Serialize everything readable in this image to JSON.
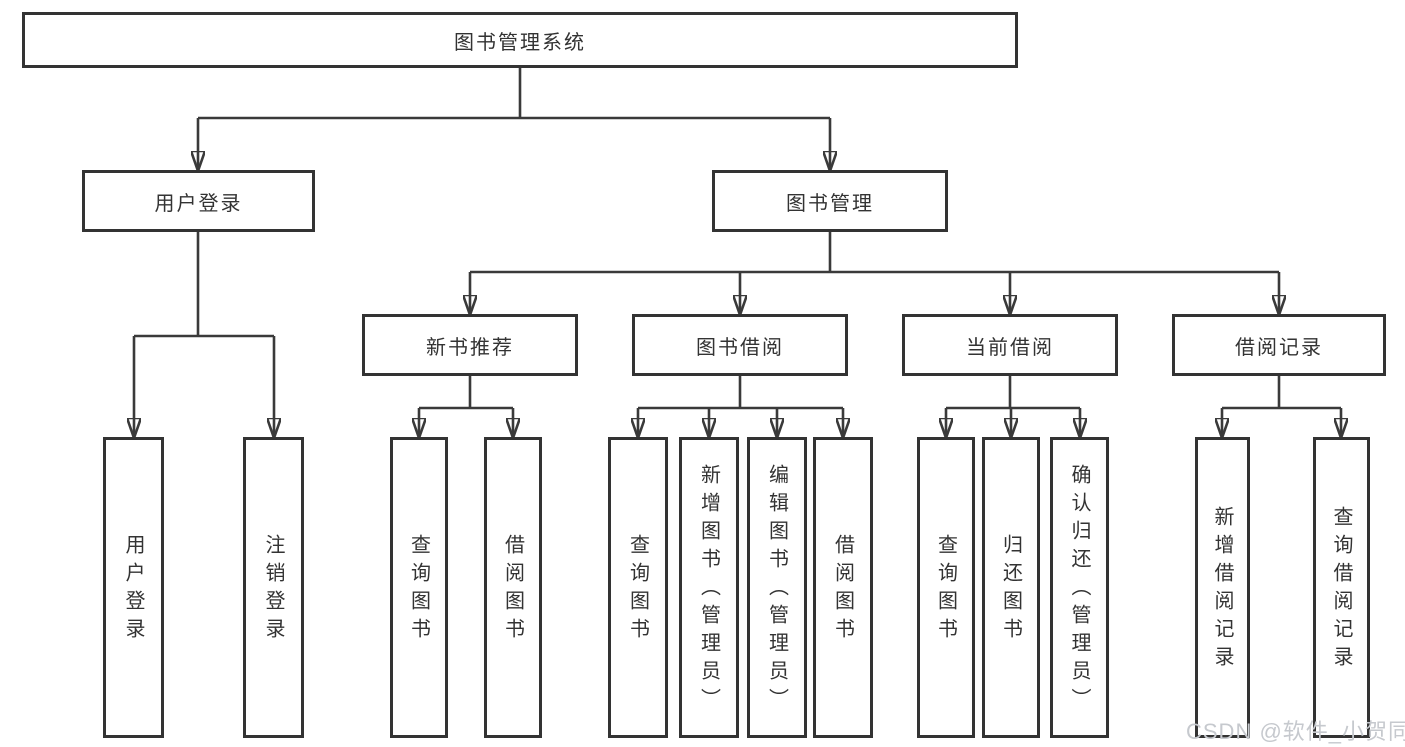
{
  "colors": {
    "ink": "#333333",
    "line": "#3a3a3a",
    "background": "#ffffff",
    "watermark": "#c6c9ce"
  },
  "watermark": "CSDN @软件_小贺同学",
  "tree": {
    "label": "图书管理系统",
    "children": [
      {
        "label": "用户登录",
        "children": [
          {
            "label": "用户登录"
          },
          {
            "label": "注销登录"
          }
        ]
      },
      {
        "label": "图书管理",
        "children": [
          {
            "label": "新书推荐",
            "children": [
              {
                "label": "查询图书"
              },
              {
                "label": "借阅图书"
              }
            ]
          },
          {
            "label": "图书借阅",
            "children": [
              {
                "label": "查询图书"
              },
              {
                "label": "新增图书（管理员）"
              },
              {
                "label": "编辑图书（管理员）"
              },
              {
                "label": "借阅图书"
              }
            ]
          },
          {
            "label": "当前借阅",
            "children": [
              {
                "label": "查询图书"
              },
              {
                "label": "归还图书"
              },
              {
                "label": "确认归还（管理员）"
              }
            ]
          },
          {
            "label": "借阅记录",
            "children": [
              {
                "label": "新增借阅记录"
              },
              {
                "label": "查询借阅记录"
              }
            ]
          }
        ]
      }
    ]
  }
}
